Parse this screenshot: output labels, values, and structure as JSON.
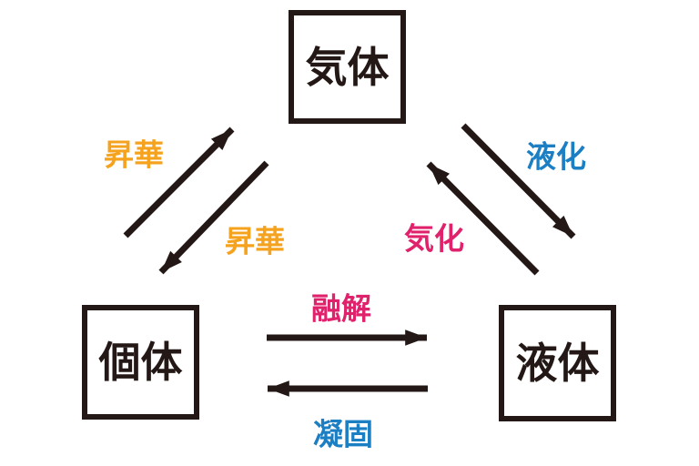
{
  "diagram": {
    "description": "State change diagram of matter (Japanese)",
    "colors": {
      "black": "#231815",
      "orange": "#F5A21E",
      "blue": "#1C7EC3",
      "pink": "#E0216B",
      "background": "#FFFFFF"
    },
    "nodes": {
      "gas": {
        "label": "気体"
      },
      "solid": {
        "label": "個体"
      },
      "liquid": {
        "label": "液体"
      }
    },
    "labels": {
      "sublimation_up": {
        "text": "昇華",
        "color": "#F5A21E"
      },
      "sublimation_down": {
        "text": "昇華",
        "color": "#F5A21E"
      },
      "liquefaction": {
        "text": "液化",
        "color": "#1C7EC3"
      },
      "vaporization": {
        "text": "気化",
        "color": "#E0216B"
      },
      "melting": {
        "text": "融解",
        "color": "#E0216B"
      },
      "solidification": {
        "text": "凝固",
        "color": "#1C7EC3"
      }
    },
    "edges": [
      {
        "name": "sublimation-up",
        "from": "solid",
        "to": "gas"
      },
      {
        "name": "sublimation-down",
        "from": "gas",
        "to": "solid"
      },
      {
        "name": "liquefaction",
        "from": "gas",
        "to": "liquid"
      },
      {
        "name": "vaporization",
        "from": "liquid",
        "to": "gas"
      },
      {
        "name": "melting",
        "from": "solid",
        "to": "liquid"
      },
      {
        "name": "solidification",
        "from": "liquid",
        "to": "solid"
      }
    ]
  }
}
